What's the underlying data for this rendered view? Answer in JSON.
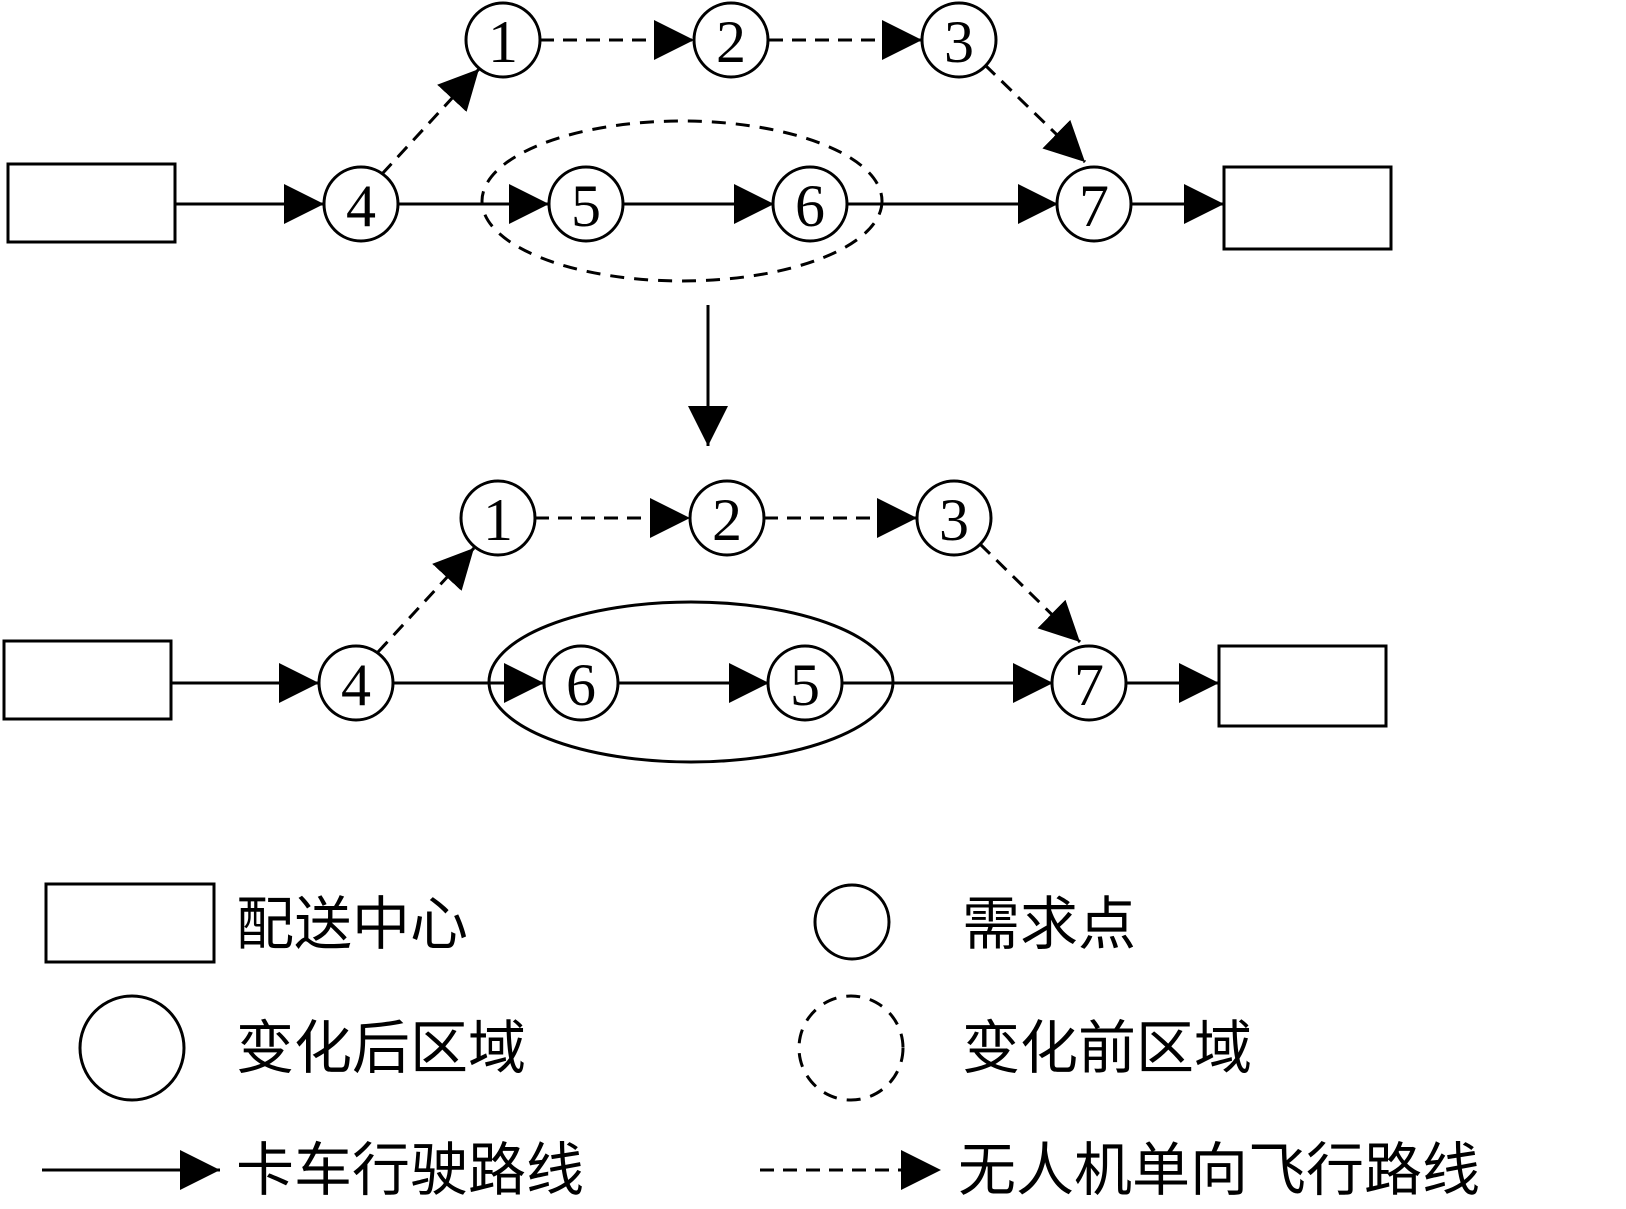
{
  "top_diagram": {
    "nodes": [
      {
        "id": "n1",
        "label": "1"
      },
      {
        "id": "n2",
        "label": "2"
      },
      {
        "id": "n3",
        "label": "3"
      },
      {
        "id": "n4",
        "label": "4"
      },
      {
        "id": "n5",
        "label": "5"
      },
      {
        "id": "n6",
        "label": "6"
      },
      {
        "id": "n7",
        "label": "7"
      }
    ]
  },
  "bottom_diagram": {
    "nodes": [
      {
        "id": "n1",
        "label": "1"
      },
      {
        "id": "n2",
        "label": "2"
      },
      {
        "id": "n3",
        "label": "3"
      },
      {
        "id": "n4",
        "label": "4"
      },
      {
        "id": "n6",
        "label": "6"
      },
      {
        "id": "n5",
        "label": "5"
      },
      {
        "id": "n7",
        "label": "7"
      }
    ]
  },
  "legend": {
    "distribution_center": "配送中心",
    "demand_point": "需求点",
    "region_after": "变化后区域",
    "region_before": "变化前区域",
    "truck_route": "卡车行驶路线",
    "drone_route": "无人机单向飞行路线"
  }
}
